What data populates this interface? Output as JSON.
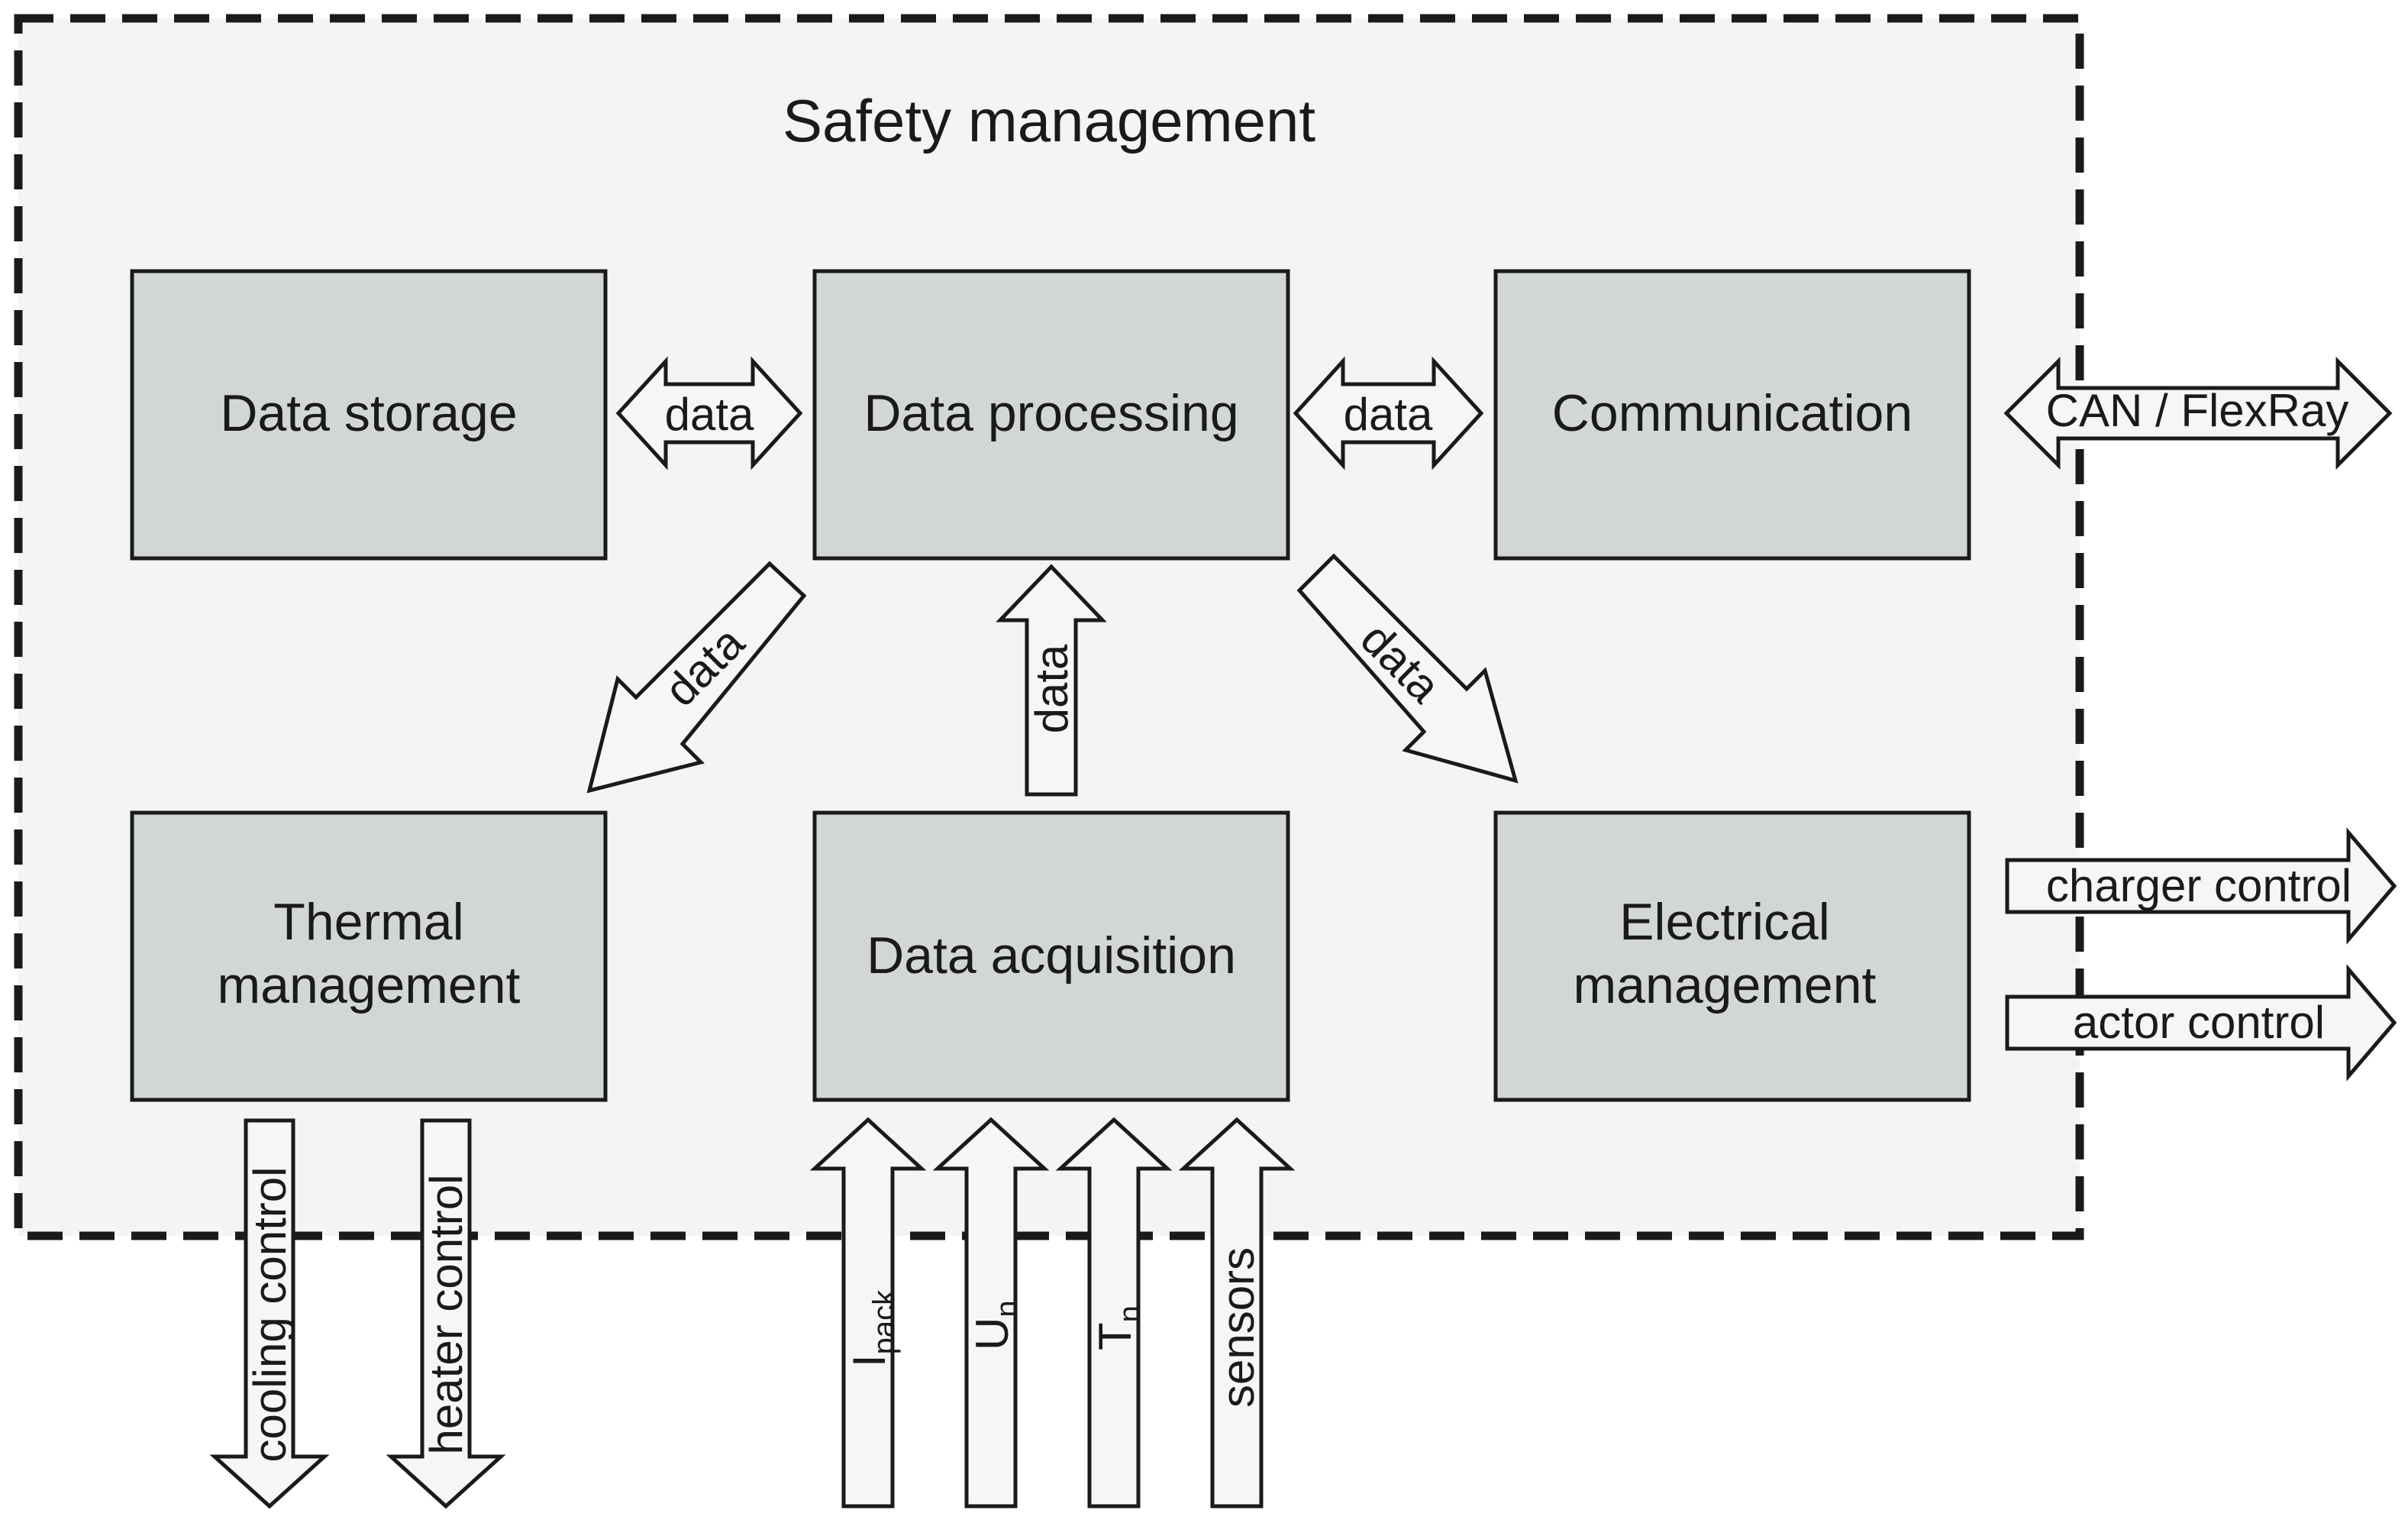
{
  "title": "Safety management",
  "colors": {
    "frame_fill": "#f4f4f4",
    "frame_stroke": "#1a1a1a",
    "block_fill": "#d3d6d6",
    "arrow_fill": "#f6f6f6",
    "stroke": "#1a1a1a"
  },
  "blocks": {
    "data_storage": "Data storage",
    "data_processing": "Data processing",
    "communication": "Communication",
    "thermal_line1": "Thermal",
    "thermal_line2": "management",
    "data_acquisition": "Data acquisition",
    "electrical_line1": "Electrical",
    "electrical_line2": "management"
  },
  "arrows": {
    "storage_processing": "data",
    "processing_communication": "data",
    "processing_thermal": "data",
    "acquisition_processing": "data",
    "processing_electrical": "data",
    "bus": "CAN / FlexRay",
    "charger": "charger control",
    "actor": "actor control",
    "cooling": "cooling control",
    "heater": "heater control",
    "ipack_main": "I",
    "ipack_sub": "pack",
    "un_main": "U",
    "un_sub": "n",
    "tn_main": "T",
    "tn_sub": "n",
    "sensors": "sensors"
  }
}
